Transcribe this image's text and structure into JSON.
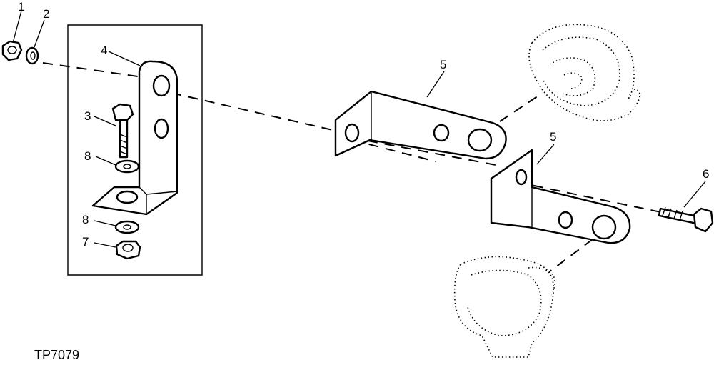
{
  "figure_id": "TP7079",
  "callouts": {
    "nut_top": "1",
    "washer_top": "2",
    "bolt_short": "3",
    "bracket_angle": "4",
    "bracket_upper": "5",
    "bracket_lower": "5",
    "bolt_long": "6",
    "nut_bottom": "7",
    "washer_mid": "8",
    "washer_low": "8"
  }
}
